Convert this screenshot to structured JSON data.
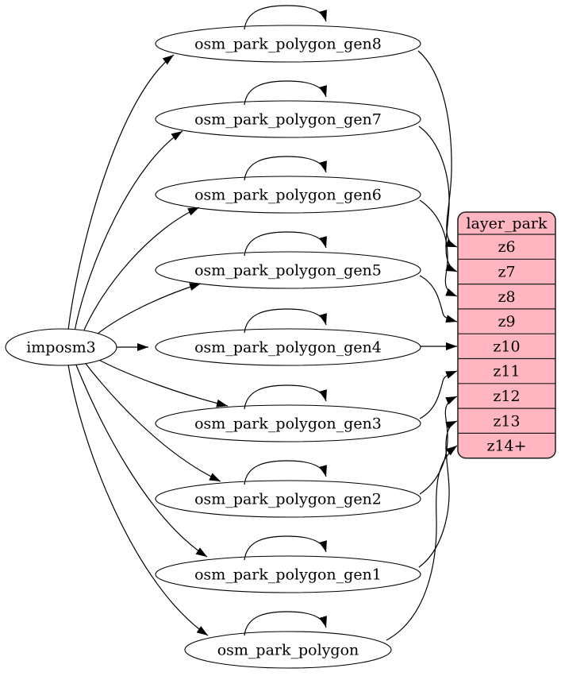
{
  "diagram": {
    "kind": "graphviz-dependency-graph",
    "colors": {
      "background": "#ffffff",
      "edge": "#000000",
      "node_fill": "#ffffff",
      "node_stroke": "#000000",
      "layer_fill": "#ffb6c1",
      "layer_stroke": "#1c1c1c",
      "text": "#000000"
    },
    "source_node": {
      "label": "imposm3"
    },
    "table_nodes": [
      {
        "label": "osm_park_polygon_gen8",
        "feeds_zoom": "z6"
      },
      {
        "label": "osm_park_polygon_gen7",
        "feeds_zoom": "z7"
      },
      {
        "label": "osm_park_polygon_gen6",
        "feeds_zoom": "z8"
      },
      {
        "label": "osm_park_polygon_gen5",
        "feeds_zoom": "z9"
      },
      {
        "label": "osm_park_polygon_gen4",
        "feeds_zoom": "z10"
      },
      {
        "label": "osm_park_polygon_gen3",
        "feeds_zoom": "z11"
      },
      {
        "label": "osm_park_polygon_gen2",
        "feeds_zoom": "z12"
      },
      {
        "label": "osm_park_polygon_gen1",
        "feeds_zoom": "z13"
      },
      {
        "label": "osm_park_polygon",
        "feeds_zoom": "z14+"
      }
    ],
    "layer_node": {
      "title": "layer_park",
      "rows": [
        "z6",
        "z7",
        "z8",
        "z9",
        "z10",
        "z11",
        "z12",
        "z13",
        "z14+"
      ]
    }
  }
}
